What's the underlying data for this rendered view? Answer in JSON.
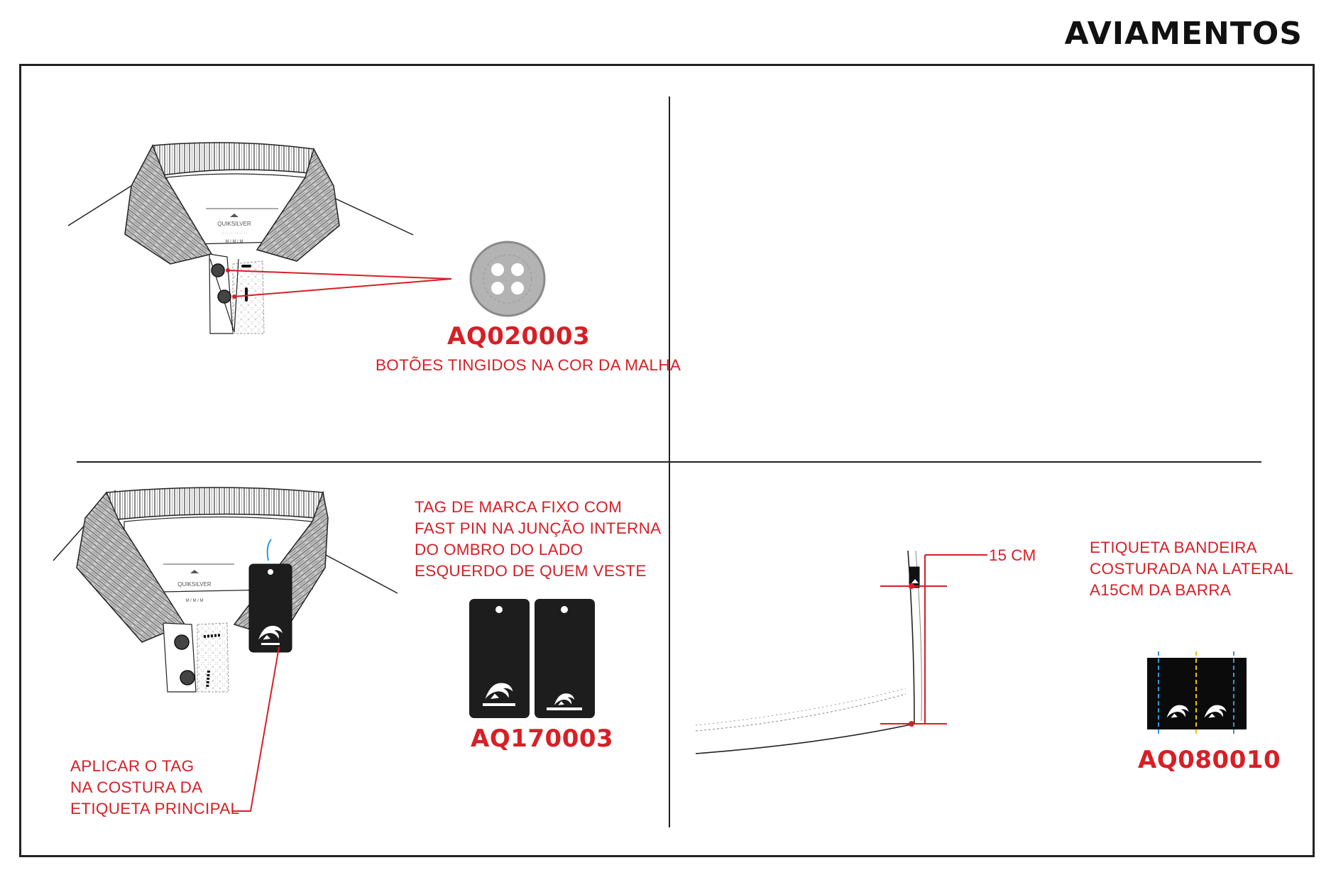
{
  "page": {
    "title": "AVIAMENTOS"
  },
  "brand": {
    "name": "QUIKSILVER"
  },
  "main_label": {
    "size": "M / M / M"
  },
  "colors": {
    "accent": "#d71f26",
    "ink": "#222222",
    "stripe": "#8a8a8a",
    "tag_body": "#1d1d1d",
    "flag_stitch_blue": "#2b9be0",
    "flag_stitch_yellow": "#f2c200"
  },
  "quadrants": {
    "buttons": {
      "code": "AQ020003",
      "note": [
        "BOTÕES TINGIDOS NA COR DA MALHA"
      ],
      "icon": "button-icon"
    },
    "hangtag": {
      "code": "AQ170003",
      "note": [
        "TAG DE MARCA FIXO COM",
        "FAST PIN NA JUNÇÃO INTERNA",
        "DO OMBRO DO LADO",
        "ESQUERDO DE QUEM VESTE"
      ],
      "apply_note": [
        "APLICAR O TAG",
        "NA COSTURA DA",
        "ETIQUETA PRINCIPAL"
      ],
      "icon": "hangtag-icon"
    },
    "flag_label": {
      "code": "AQ080010",
      "measure": "15 CM",
      "note": [
        "ETIQUETA BANDEIRA",
        "COSTURADA NA LATERAL",
        "A15CM DA BARRA"
      ],
      "icon": "flag-label-icon"
    }
  }
}
